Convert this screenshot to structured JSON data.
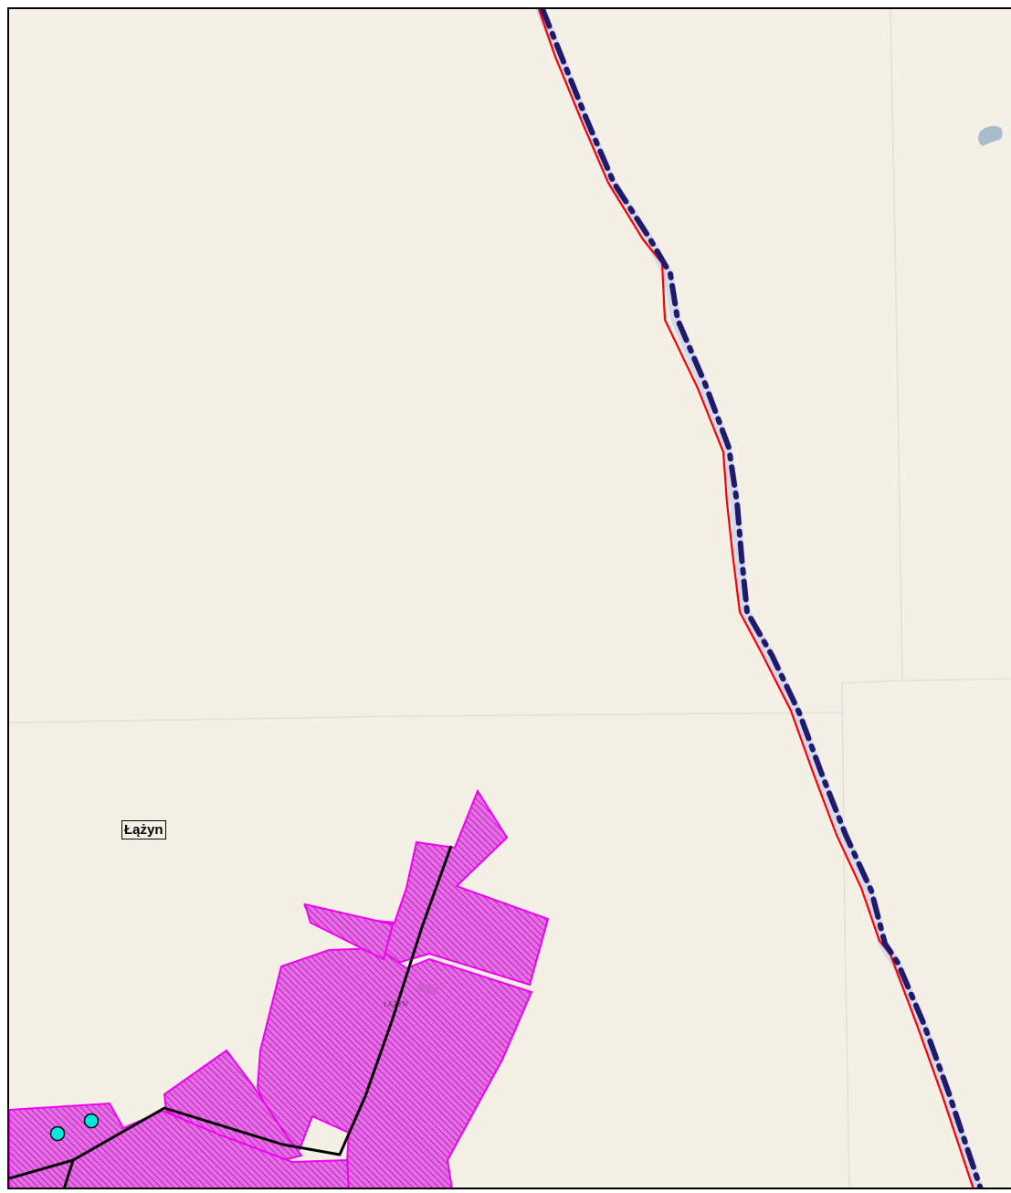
{
  "map": {
    "place_label": "Łążyn",
    "small_label": "ŁĄŻYN"
  },
  "colors": {
    "background": "#f4f0e6",
    "parcel_line": "#e2e0da",
    "built_area_fill": "#e86ce8",
    "built_area_stroke": "#f000f0",
    "hatch": "#a418a4",
    "railway_dash": "#1f1a6a",
    "railway_halo": "#d6d9ee",
    "boundary_red": "#ff0000",
    "road_black": "#000000",
    "point_fill": "#00e8e0",
    "water": "#a9bccb"
  },
  "symbols": {
    "points": [
      "cyan-circle-marker",
      "cyan-circle-marker"
    ]
  }
}
